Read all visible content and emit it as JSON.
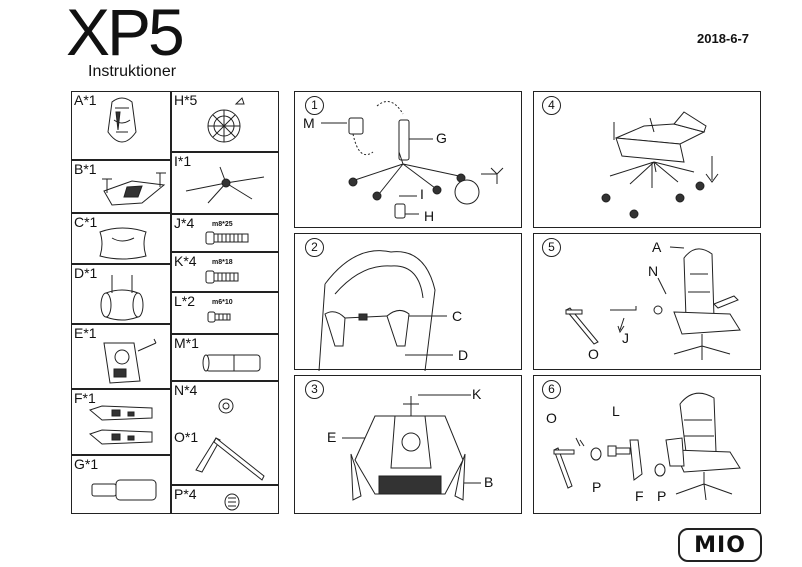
{
  "header": {
    "model": "XP5",
    "subtitle": "Instruktioner",
    "date": "2018-6-7"
  },
  "parts": [
    {
      "label": "A*1"
    },
    {
      "label": "B*1"
    },
    {
      "label": "C*1"
    },
    {
      "label": "D*1"
    },
    {
      "label": "E*1"
    },
    {
      "label": "F*1"
    },
    {
      "label": "G*1"
    },
    {
      "label": "H*5"
    },
    {
      "label": "I*1"
    },
    {
      "label": "J*4",
      "size": "m8*25"
    },
    {
      "label": "K*4",
      "size": "m8*18"
    },
    {
      "label": "L*2",
      "size": "m6*10"
    },
    {
      "label": "M*1"
    },
    {
      "label": "N*4"
    },
    {
      "label": "O*1"
    },
    {
      "label": "P*4"
    }
  ],
  "steps": [
    {
      "number": "1",
      "callouts": [
        "M",
        "G",
        "I",
        "H"
      ]
    },
    {
      "number": "2",
      "callouts": [
        "C",
        "D"
      ]
    },
    {
      "number": "3",
      "callouts": [
        "K",
        "E",
        "B"
      ]
    },
    {
      "number": "4",
      "callouts": []
    },
    {
      "number": "5",
      "callouts": [
        "A",
        "N",
        "J",
        "O"
      ]
    },
    {
      "number": "6",
      "callouts": [
        "O",
        "L",
        "P",
        "F",
        "P"
      ]
    }
  ],
  "brand": {
    "logo_text": "MIO"
  }
}
